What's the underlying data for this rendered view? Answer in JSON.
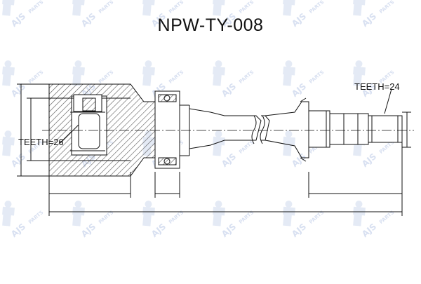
{
  "part_number": "NPW-TY-008",
  "watermark": {
    "brand": "AJS",
    "suffix": "PARTS",
    "color": "#1f3b8f"
  },
  "labels": {
    "teeth_left": "TEETH=26",
    "teeth_right": "TEETH=24"
  },
  "colors": {
    "line": "#111111",
    "hatch": "#555555"
  }
}
